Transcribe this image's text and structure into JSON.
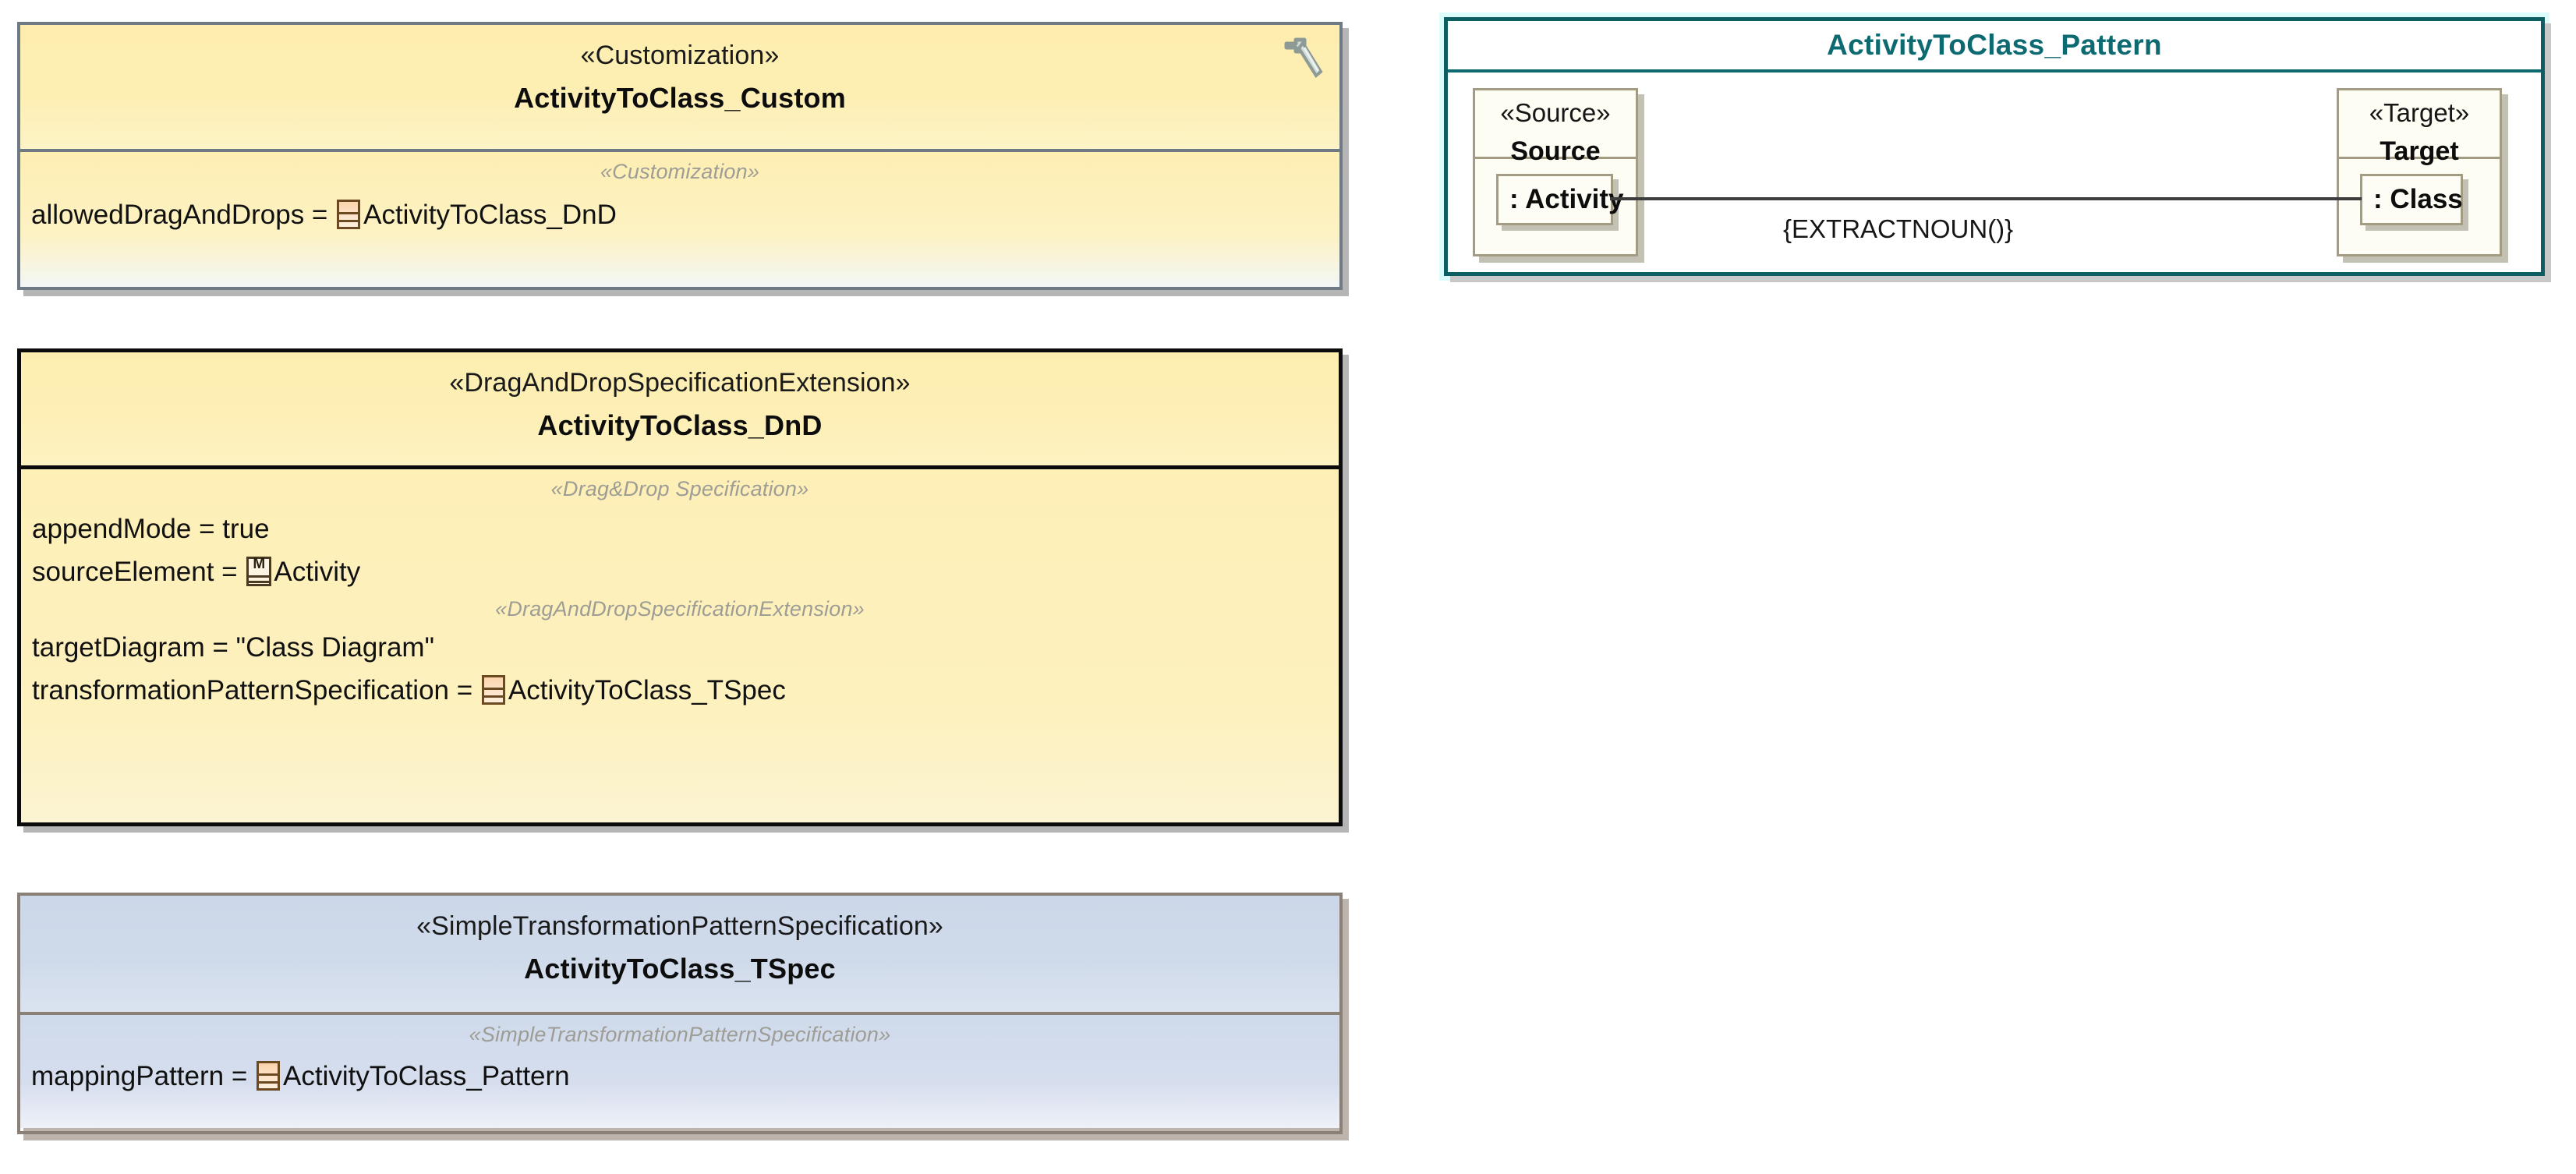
{
  "diagram": {
    "title": "ActivityToClass customization UML diagram",
    "colors": {
      "yellow_fill": "#fdeeb2",
      "blue_fill": "#ccd7e9",
      "teal_border": "#0d6a70",
      "khaki_border": "#a49c82",
      "gray_border": "#6f7a85",
      "black_border": "#0b0b0b",
      "stereotype_gray": "#9d9d96"
    }
  },
  "customization_box": {
    "stereotype": "«Customization»",
    "name": "ActivityToClass_Custom",
    "tool_icon": "wrench-icon",
    "compartment_stereotype": "«Customization»",
    "attributes": [
      {
        "name": "allowedDragAndDrops",
        "eq": " = ",
        "icon": "uml-element-icon",
        "value": "ActivityToClass_DnD"
      }
    ]
  },
  "dnd_box": {
    "stereotype": "«DragAndDropSpecificationExtension»",
    "name": "ActivityToClass_DnD",
    "compartment_stereotype_1": "«Drag&Drop Specification»",
    "compartment_stereotype_2": "«DragAndDropSpecificationExtension»",
    "attributes_group_1": [
      {
        "name": "appendMode",
        "eq": " = ",
        "icon": null,
        "value": "true"
      },
      {
        "name": "sourceElement",
        "eq": " = ",
        "icon": "metaclass-m-icon",
        "value": "Activity"
      }
    ],
    "attributes_group_2": [
      {
        "name": "targetDiagram",
        "eq": " = ",
        "icon": null,
        "value": "\"Class Diagram\""
      },
      {
        "name": "transformationPatternSpecification",
        "eq": " = ",
        "icon": "uml-element-icon",
        "value": "ActivityToClass_TSpec"
      }
    ]
  },
  "tspec_box": {
    "stereotype": "«SimpleTransformationPatternSpecification»",
    "name": "ActivityToClass_TSpec",
    "compartment_stereotype": "«SimpleTransformationPatternSpecification»",
    "attributes": [
      {
        "name": "mappingPattern",
        "eq": " = ",
        "icon": "uml-element-icon",
        "value": "ActivityToClass_Pattern"
      }
    ]
  },
  "pattern_frame": {
    "title": "ActivityToClass_Pattern",
    "source_role": {
      "stereotype": "«Source»",
      "name": "Source",
      "instance": ": Activity"
    },
    "target_role": {
      "stereotype": "«Target»",
      "name": "Target",
      "instance": ": Class"
    },
    "connector_label": "{EXTRACTNOUN()}"
  }
}
